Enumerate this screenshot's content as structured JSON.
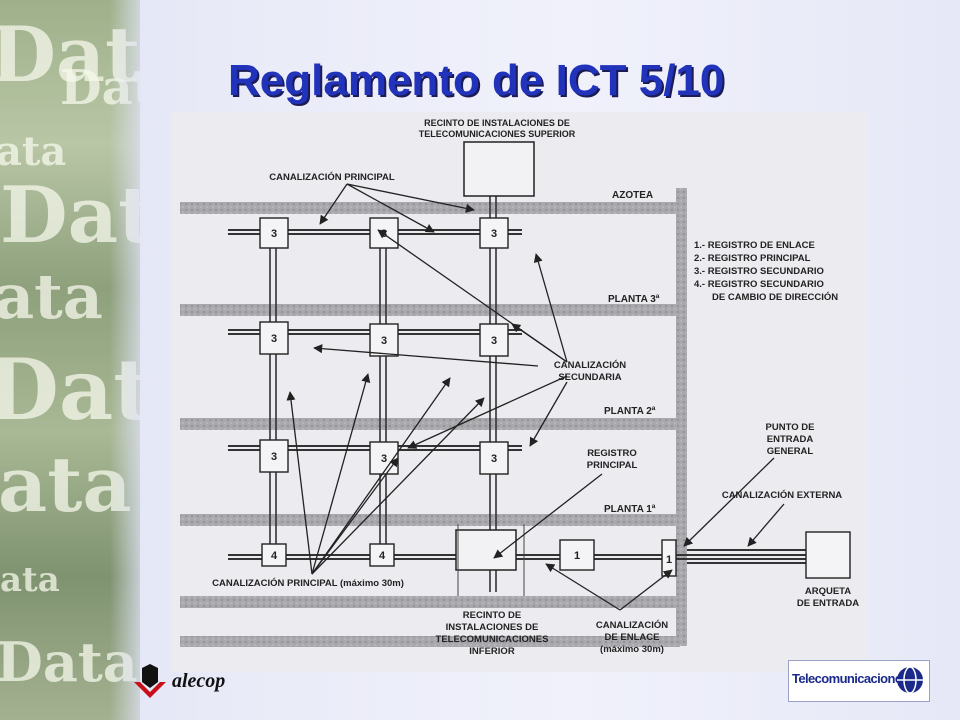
{
  "slide": {
    "title": "Reglamento de ICT 5/10"
  },
  "background": {
    "watermark": "Data",
    "watermark_alt": "ata"
  },
  "diagram": {
    "box_labels": {
      "roof_row": "3",
      "floor3_row": "3",
      "floor2_row": "3",
      "ground_row": "4",
      "entry_register_1": "1",
      "entry_register_2": "1"
    },
    "floors": {
      "roof": "AZOTEA",
      "floor3": "PLANTA 3ª",
      "floor2": "PLANTA 2ª",
      "floor1": "PLANTA 1ª"
    },
    "labels": {
      "upper_room_line1": "RECINTO DE INSTALACIONES DE",
      "upper_room_line2": "TELECOMUNICACIONES SUPERIOR",
      "main_duct_top": "CANALIZACIÓN PRINCIPAL",
      "secondary_duct_line1": "CANALIZACIÓN",
      "secondary_duct_line2": "SECUNDARIA",
      "main_register_line1": "REGISTRO",
      "main_register_line2": "PRINCIPAL",
      "main_duct_bottom": "CANALIZACIÓN PRINCIPAL (máximo 30m)",
      "lower_room_line1": "RECINTO DE",
      "lower_room_line2": "INSTALACIONES DE",
      "lower_room_line3": "TELECOMUNICACIONES",
      "lower_room_line4": "INFERIOR",
      "link_duct_line1": "CANALIZACIÓN",
      "link_duct_line2": "DE ENLACE",
      "link_duct_line3": "(máximo 30m)",
      "entry_point_line1": "PUNTO DE",
      "entry_point_line2": "ENTRADA",
      "entry_point_line3": "GENERAL",
      "external_duct": "CANALIZACIÓN EXTERNA",
      "entry_box_line1": "ARQUETA",
      "entry_box_line2": "DE ENTRADA"
    },
    "legend": [
      "1.- REGISTRO DE ENLACE",
      "2.- REGISTRO PRINCIPAL",
      "3.- REGISTRO SECUNDARIO",
      "4.- REGISTRO SECUNDARIO",
      "DE CAMBIO DE DIRECCIÓN"
    ]
  },
  "logos": {
    "left": "alecop",
    "right": "Telecomunicaciones"
  }
}
